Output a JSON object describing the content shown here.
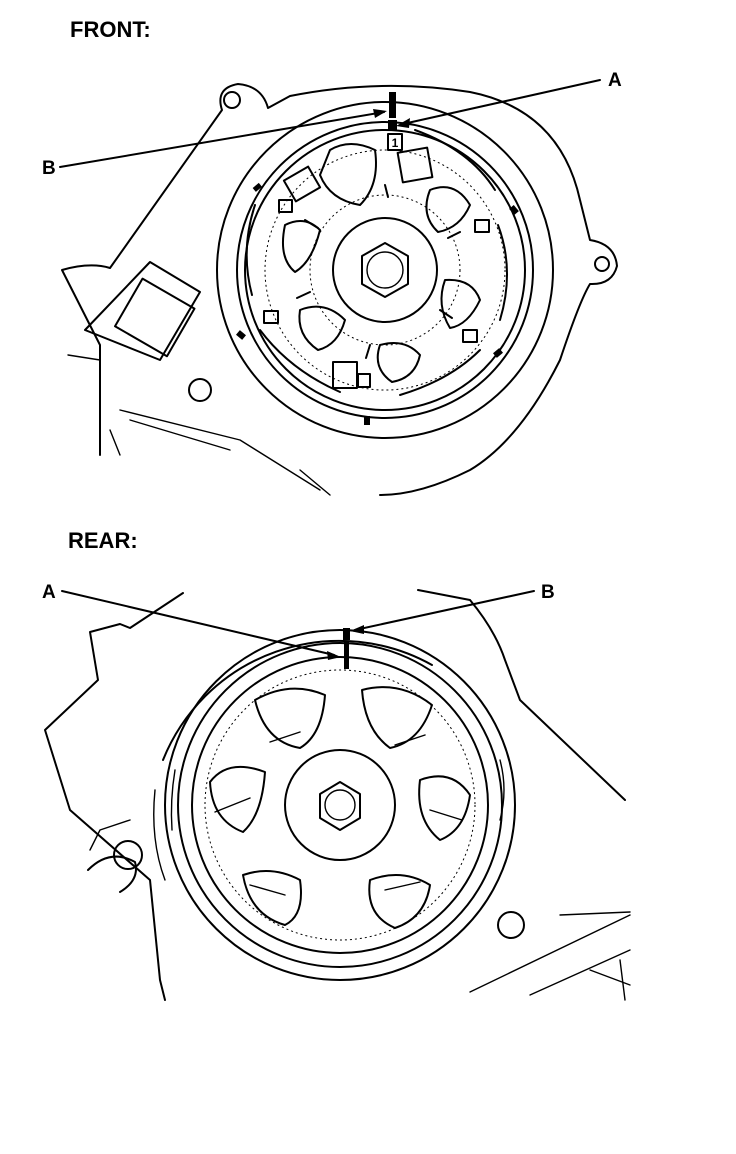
{
  "front": {
    "title": "FRONT:",
    "callout_a": "A",
    "callout_b": "B",
    "plate_number": "1"
  },
  "rear": {
    "title": "REAR:",
    "callout_a": "A",
    "callout_b": "B"
  }
}
